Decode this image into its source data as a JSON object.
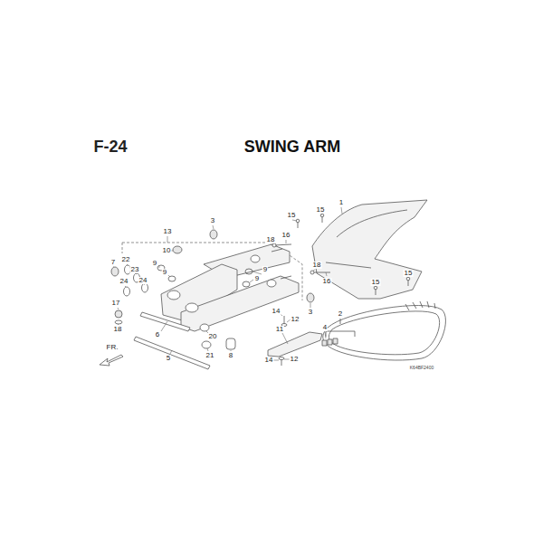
{
  "diagram": {
    "title": "SWING ARM",
    "labels": [
      "F-24",
      "13",
      "3",
      "10",
      "15",
      "15",
      "1",
      "18",
      "16",
      "7",
      "22",
      "9",
      "9",
      "23",
      "24",
      "24",
      "9",
      "9",
      "18",
      "16",
      "15",
      "15",
      "3",
      "2",
      "17",
      "14",
      "12",
      "11",
      "6",
      "20",
      "4",
      "18",
      "FR.",
      "21",
      "8",
      "5",
      "14",
      "12",
      "K64BF2400"
    ]
  }
}
